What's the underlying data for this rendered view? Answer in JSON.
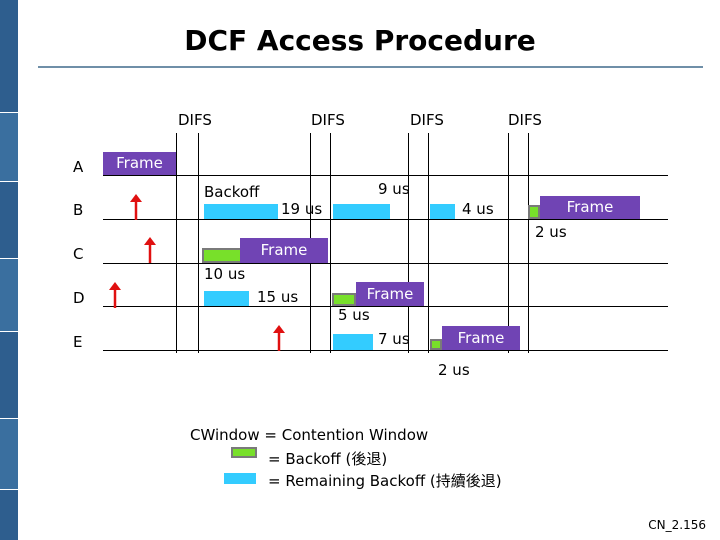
{
  "title": "DCF Access Procedure",
  "difs_labels": [
    "DIFS",
    "DIFS",
    "DIFS",
    "DIFS"
  ],
  "stations": [
    "A",
    "B",
    "C",
    "D",
    "E"
  ],
  "frame_label": "Frame",
  "backoff_label": "Backoff",
  "times": {
    "b_19": "19 us",
    "b_9": "9 us",
    "b_4": "4 us",
    "b_2": "2 us",
    "c_10": "10 us",
    "d_15": "15 us",
    "d_5": "5 us",
    "e_7": "7 us",
    "e_2": "2 us"
  },
  "legend": {
    "line1": "CWindow = Contention Window",
    "line2": "= Backoff (後退)",
    "line3": "= Remaining Backoff (持續後退)"
  },
  "colors": {
    "frame": "#7044b4",
    "backoff": "#78e02a",
    "remaining": "#33ccff",
    "arrow": "#e01010"
  },
  "page_number": "CN_2.156"
}
